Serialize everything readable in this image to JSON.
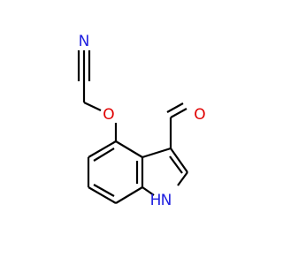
{
  "molecule": {
    "atoms": {
      "nitrile_n": {
        "label": "N",
        "color": "#2020e0"
      },
      "ether_o": {
        "label": "O",
        "color": "#e00000"
      },
      "aldehyde_o": {
        "label": "O",
        "color": "#e00000"
      },
      "indole_nh": {
        "label": "H",
        "color": "#2020e0"
      },
      "indole_n": {
        "label": "N",
        "color": "#2020e0"
      }
    }
  }
}
